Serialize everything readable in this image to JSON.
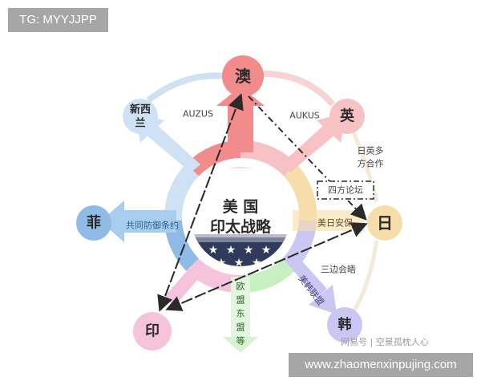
{
  "watermarks": {
    "top_left": "TG: MYYJJPP",
    "bottom_right_url": "www.zhaomenxinpujing.com",
    "source_mark": "网易号 | 空景孤枕人心"
  },
  "center": {
    "line1": "美 国",
    "line2": "印太战略"
  },
  "nodes": {
    "australia": "澳",
    "uk": "英",
    "new_zealand_l1": "新西",
    "new_zealand_l2": "兰",
    "philippines": "菲",
    "japan": "日",
    "korea": "韩",
    "india": "印"
  },
  "labels": {
    "auzus": "AUZUS",
    "aukus": "AUKUS",
    "mutual_defense": "共同防御条约",
    "us_japan_security": "美日安保",
    "quad": "四方论坛",
    "japan_uk_l1": "日英多",
    "japan_uk_l2": "方合作",
    "trilateral": "三边会晤",
    "us_korea": "美韩联盟",
    "eu_asean": [
      "欧",
      "盟",
      "东",
      "盟",
      "等"
    ]
  },
  "colors": {
    "australia": "#f28b8b",
    "uk": "#f7c2c6",
    "new_zealand": "#cfe2f5",
    "philippines": "#8fbbe6",
    "japan": "#f7ddaa",
    "korea": "#cbc6f2",
    "india": "#f5c4dc",
    "eu": "#c7efc2",
    "star_band": "#2f3a5c"
  }
}
